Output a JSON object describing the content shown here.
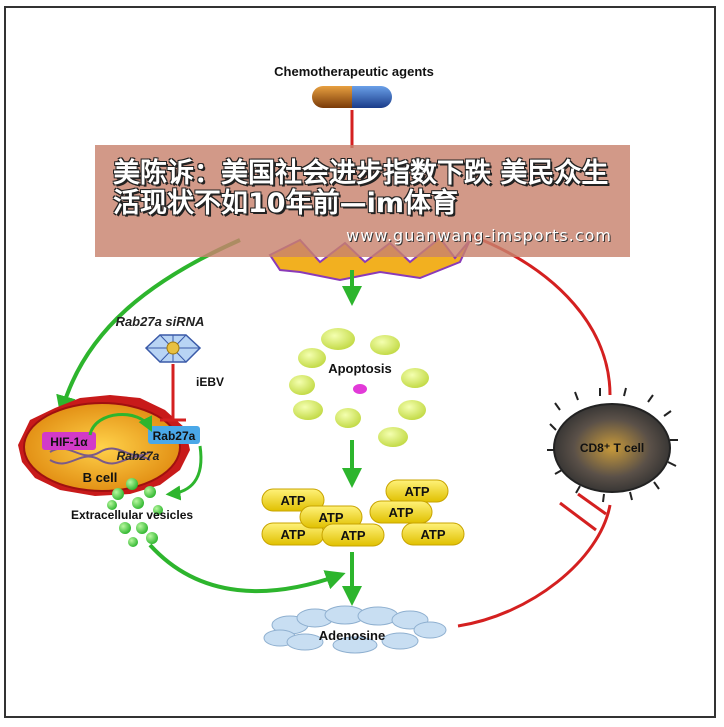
{
  "diagram": {
    "chemo_label": "Chemotherapeutic agents",
    "rab27a_sirna_label": "Rab27a siRNA",
    "iebv_label": "iEBV",
    "hif1a_label": "HIF-1α",
    "rab27a_box_label": "Rab27a",
    "rab27a_gene_label": "Rab27a",
    "bcell_label": "B cell",
    "ev_label": "Extracellular vesicles",
    "apoptosis_label": "Apoptosis",
    "atp_label": "ATP",
    "adenosine_label": "Adenosine",
    "cd8_label": "CD8⁺ T cell",
    "colors": {
      "green_arrow": "#2db52d",
      "red_line": "#d42020",
      "atp_fill": "#f2dc1e",
      "apoptosis_bubble": "#d8ec60",
      "cd8_cell": "#4a4a4a",
      "bcell": "#e8a61a"
    }
  },
  "watermark": {
    "title": "美陈诉：美国社会进步指数下跌 美民众生活现状不如10年前—im体育",
    "url": "www.guanwang-imsports.com"
  }
}
